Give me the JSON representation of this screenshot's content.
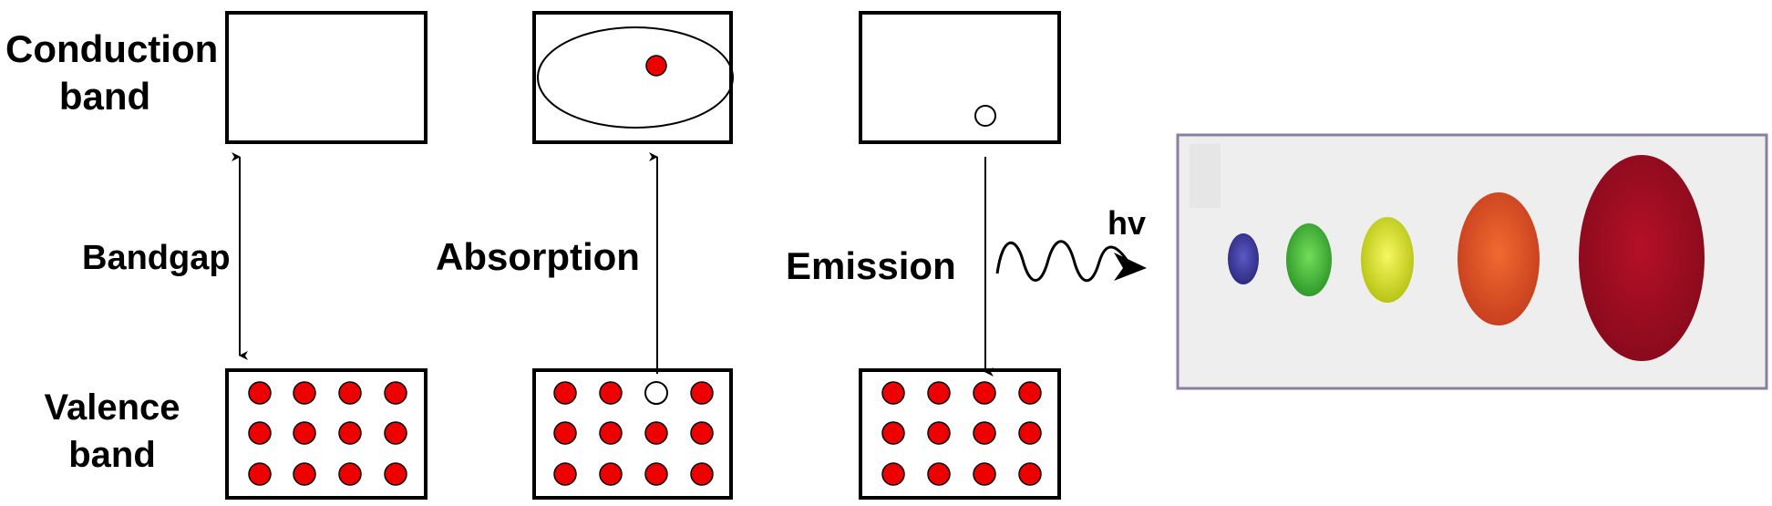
{
  "labels": {
    "conduction_line1": "Conduction",
    "conduction_line2": "band",
    "bandgap": "Bandgap",
    "absorption": "Absorption",
    "emission": "Emission",
    "hv": "hv",
    "valence_line1": "Valence",
    "valence_line2": "band"
  },
  "colors": {
    "electron": "#ee0000",
    "hole_fill": "#ffffff",
    "box_stroke": "#000000",
    "panel_bg": "#eeeeee",
    "panel_border": "#8a7fa0"
  },
  "quantum_dots": [
    {
      "color": "#3c3a98",
      "name": "blue"
    },
    {
      "color": "#45b83a",
      "name": "green"
    },
    {
      "color": "#d4e01e",
      "name": "yellow"
    },
    {
      "color": "#e4522a",
      "name": "orange"
    },
    {
      "color": "#a50a22",
      "name": "red"
    }
  ]
}
